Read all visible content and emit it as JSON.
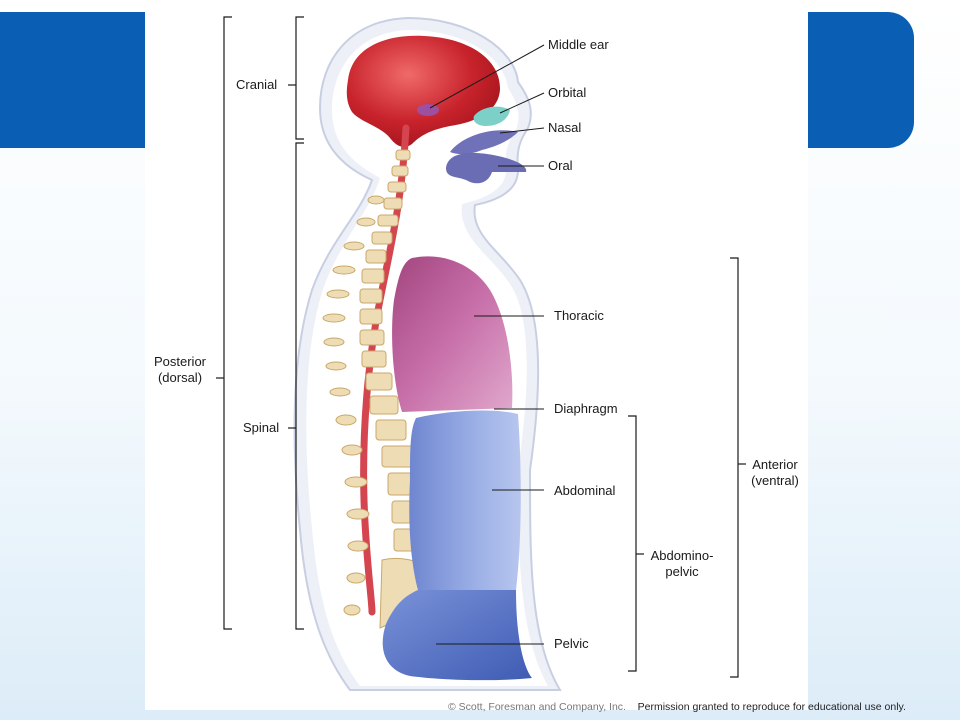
{
  "labels": {
    "middle_ear": "Middle ear",
    "orbital": "Orbital",
    "nasal": "Nasal",
    "oral": "Oral",
    "cranial": "Cranial",
    "posterior": "Posterior",
    "posterior_sub": "(dorsal)",
    "spinal": "Spinal",
    "thoracic": "Thoracic",
    "diaphragm": "Diaphragm",
    "abdominal": "Abdominal",
    "abdominopelvic": "Abdomino-",
    "abdominopelvic_sub": "pelvic",
    "pelvic": "Pelvic",
    "anterior": "Anterior",
    "anterior_sub": "(ventral)"
  },
  "credit": {
    "left": "© Scott, Foresman and Company, Inc.",
    "right": "Permission granted to reproduce for educational use only."
  },
  "colors": {
    "cranial": "#c8232c",
    "spinal_cord": "#d4454f",
    "thoracic": "#c06aa8",
    "abdominal": "#8fa6e0",
    "pelvic": "#5c78c8",
    "nasal_oral": "#6f72b8",
    "orbital": "#6fc8c0",
    "brand_band": "#0a5fb4"
  }
}
